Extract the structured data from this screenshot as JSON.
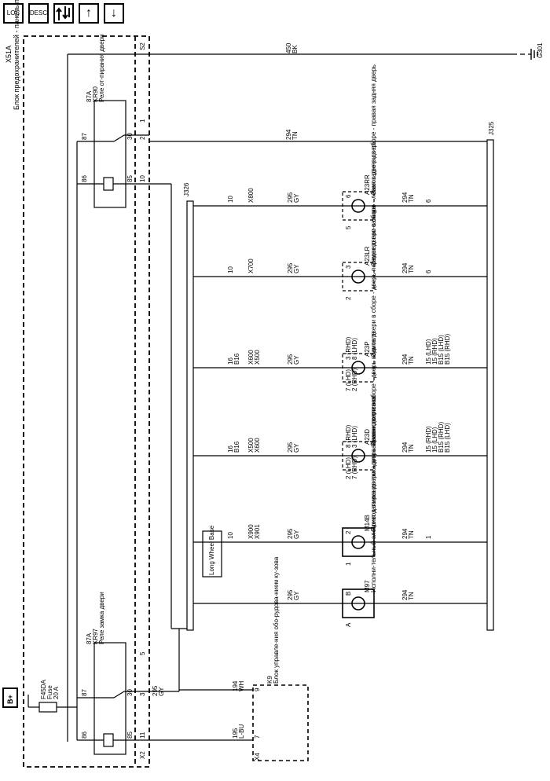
{
  "toolbar": {
    "loc": "LOC",
    "desc": "DESC",
    "up": "↑",
    "down": "↓"
  },
  "panel": {
    "id": "X51A",
    "name": "Блок предохранителей - панель приборов"
  },
  "ground": {
    "wire": "450",
    "color": "BK",
    "label": "G301"
  },
  "feed": {
    "wire": "294",
    "color": "TN"
  },
  "splices": {
    "main": "J325",
    "left": "J326"
  },
  "battery": "B+",
  "fuse": {
    "id": "F45DA",
    "label": "Fuse",
    "rating": "20 A"
  },
  "relay_kr90": {
    "id": "KR90",
    "name": "Реле от-пирания двери",
    "pin87a": "87A",
    "pin87": "87",
    "pin86": "86",
    "pin30": "30",
    "pin85": "85"
  },
  "relay_kr97": {
    "id": "KR97",
    "name": "Реле замка двери",
    "pin87a": "87A",
    "pin87": "87",
    "pin86": "86",
    "pin30": "30",
    "pin85": "85"
  },
  "connector_s2": {
    "id": "S2",
    "p1": "1",
    "p2": "2",
    "p3": "10"
  },
  "connector_x2": {
    "id": "X2",
    "p1": "11",
    "p2": "3",
    "p3": "5"
  },
  "bcm": {
    "id": "K9",
    "name": "Блок управле-ния обо-рудова-нием ку-зова",
    "conn": "X4",
    "pinA": "7",
    "pinB": "9",
    "wireA": "195",
    "colorA": "L-BU",
    "wireB": "194",
    "colorB": "WH"
  },
  "wire_gy": {
    "num": "295",
    "color": "GY"
  },
  "option": "Long Wheel Base",
  "actuators": [
    {
      "id": "A23RR",
      "name": "Замок две-ри в сборе - правая задняя дверь",
      "pin_top": "6",
      "pin_bot": "5",
      "conn": "X800",
      "cpin_top": "10",
      "cpin_bot": "6"
    },
    {
      "id": "A23LR",
      "name": "Замок двери в сборе - левая задняя дверь",
      "pin_top": "3",
      "pin_bot": "2",
      "conn": "X700",
      "cpin_top": "10",
      "cpin_bot": "6"
    },
    {
      "id": "A23P",
      "name": "Замок двери в сборе - дверь переднего пас-сажира",
      "pin_top": "3 (RHD)",
      "pin_top2": "8 (LHD)",
      "pin_bot": "7 (LHD)",
      "pin_bot2": "2 (RHD)",
      "conn": "X600",
      "conn2": "X500",
      "cpin_top": "16",
      "cpin_top2": "B16",
      "cpin_bot": "15 (LHD)",
      "cpin_bot2": "15 (RHD)",
      "cpin_bot3": "B15 (LHD)",
      "cpin_bot4": "B15 (RHD)"
    },
    {
      "id": "A23D",
      "name": "Замок двери в сборе - дверь водителя",
      "pin_top": "8 (RHD)",
      "pin_top2": "3 (LHD)",
      "pin_bot": "2 (LHD)",
      "pin_bot2": "7 (RHD)",
      "conn": "X500",
      "conn2": "X600",
      "cpin_top": "16",
      "cpin_top2": "B16",
      "cpin_bot": "15 (RHD)",
      "cpin_bot2": "15 (LHD)",
      "cpin_bot3": "B15 (RHD)",
      "cpin_bot4": "B15 (LHD)"
    },
    {
      "id": "M14B",
      "name": "Привод замка двери - дверь багажного отсека",
      "pin_top": "2",
      "pin_bot": "1",
      "conn": "X900",
      "conn2": "X901",
      "cpin_top": "10",
      "cpin_bot": "1"
    },
    {
      "id": "M97",
      "name": "Исполни-тельный элемент запирания люка для заправки топливом",
      "pin_top": "B",
      "pin_bot": "A"
    }
  ]
}
